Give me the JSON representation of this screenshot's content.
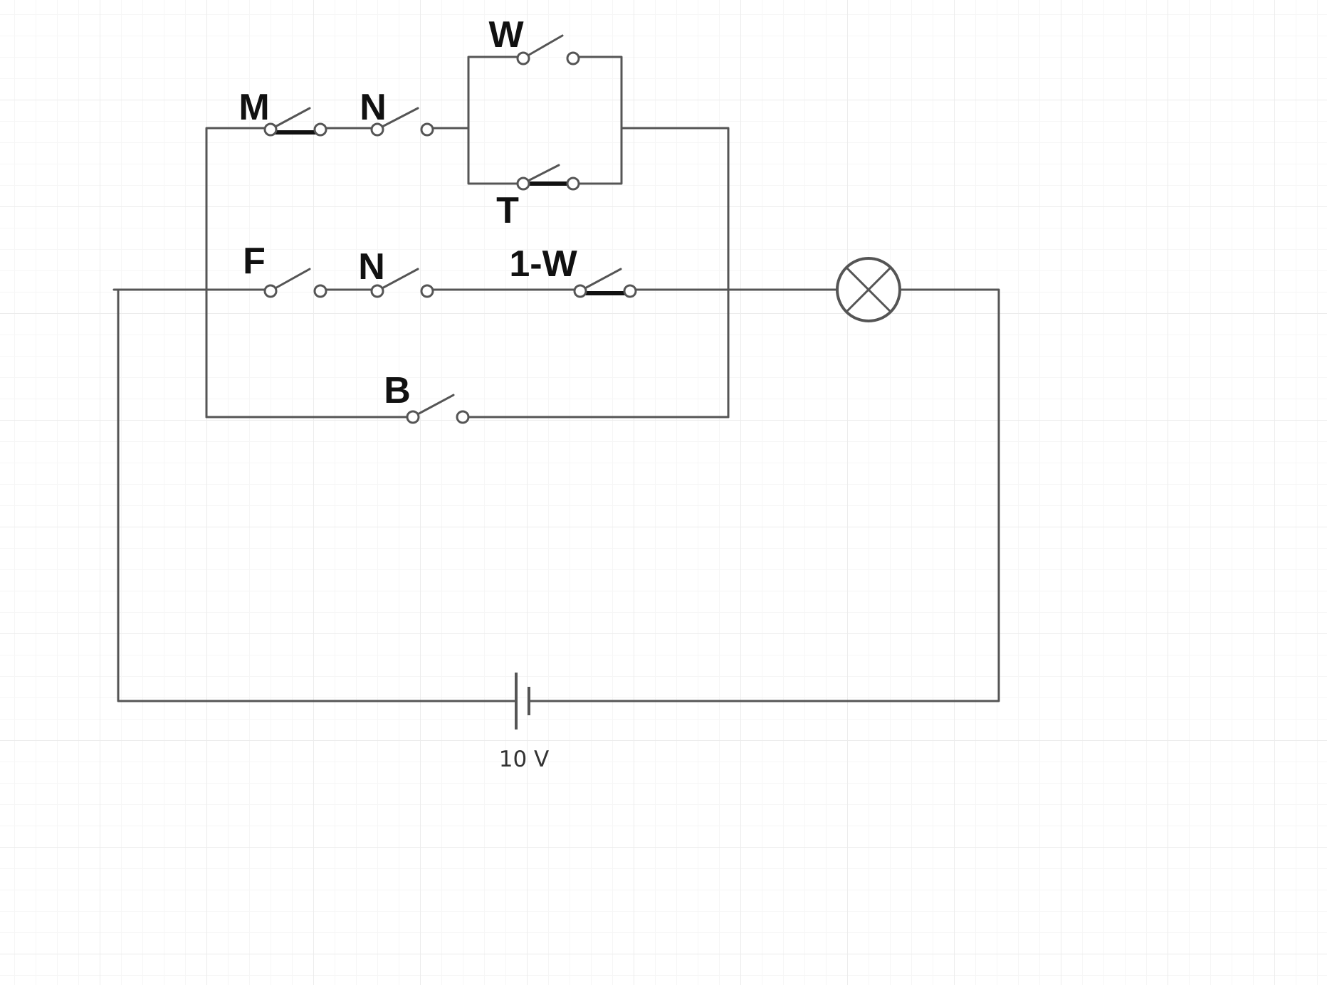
{
  "switches": {
    "M": {
      "label": "M"
    },
    "N_top": {
      "label": "N"
    },
    "W": {
      "label": "W"
    },
    "T": {
      "label": "T"
    },
    "F": {
      "label": "F"
    },
    "N_mid": {
      "label": "N"
    },
    "NOT_W": {
      "label": "1-W"
    },
    "B": {
      "label": "B"
    }
  },
  "battery": {
    "label": "10 V"
  }
}
